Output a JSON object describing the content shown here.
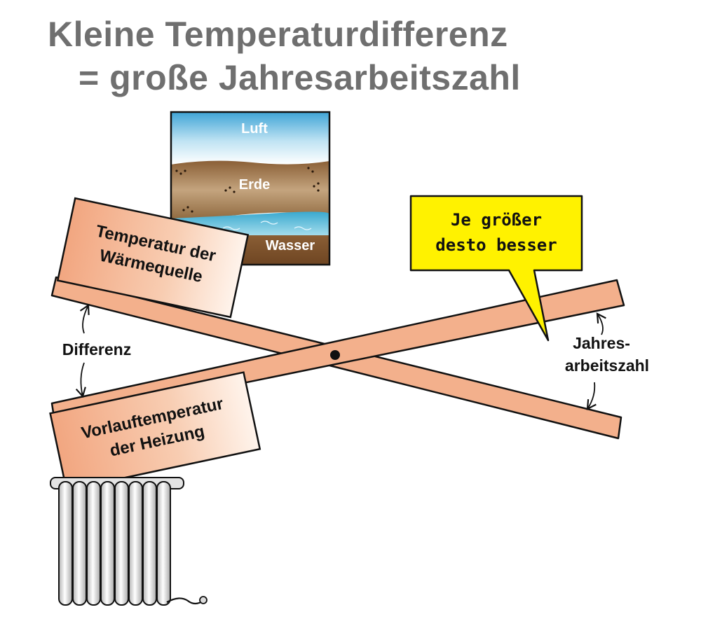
{
  "title": {
    "line1": "Kleine Temperaturdifferenz",
    "line2": "= große Jahresarbeitszahl"
  },
  "heat_sources": {
    "luft": "Luft",
    "erde": "Erde",
    "wasser": "Wasser"
  },
  "labels": {
    "source_temperature_line1": "Temperatur der",
    "source_temperature_line2": "Wärmequelle",
    "flow_temperature_line1": "Vorlauftemperatur",
    "flow_temperature_line2": "der Heizung",
    "difference": "Differenz",
    "annual_factor_line1": "Jahres-",
    "annual_factor_line2": "arbeitszahl"
  },
  "speech_bubble": {
    "line1": "Je größer",
    "line2": "desto besser"
  },
  "colors": {
    "title": "#6f6f6f",
    "plank": "#f3b08c",
    "sky": "#3fa4d6",
    "soil": "#9b7449",
    "water": "#5cc0d8",
    "bubble": "#fff200",
    "radiator": "#e2e2e2"
  }
}
